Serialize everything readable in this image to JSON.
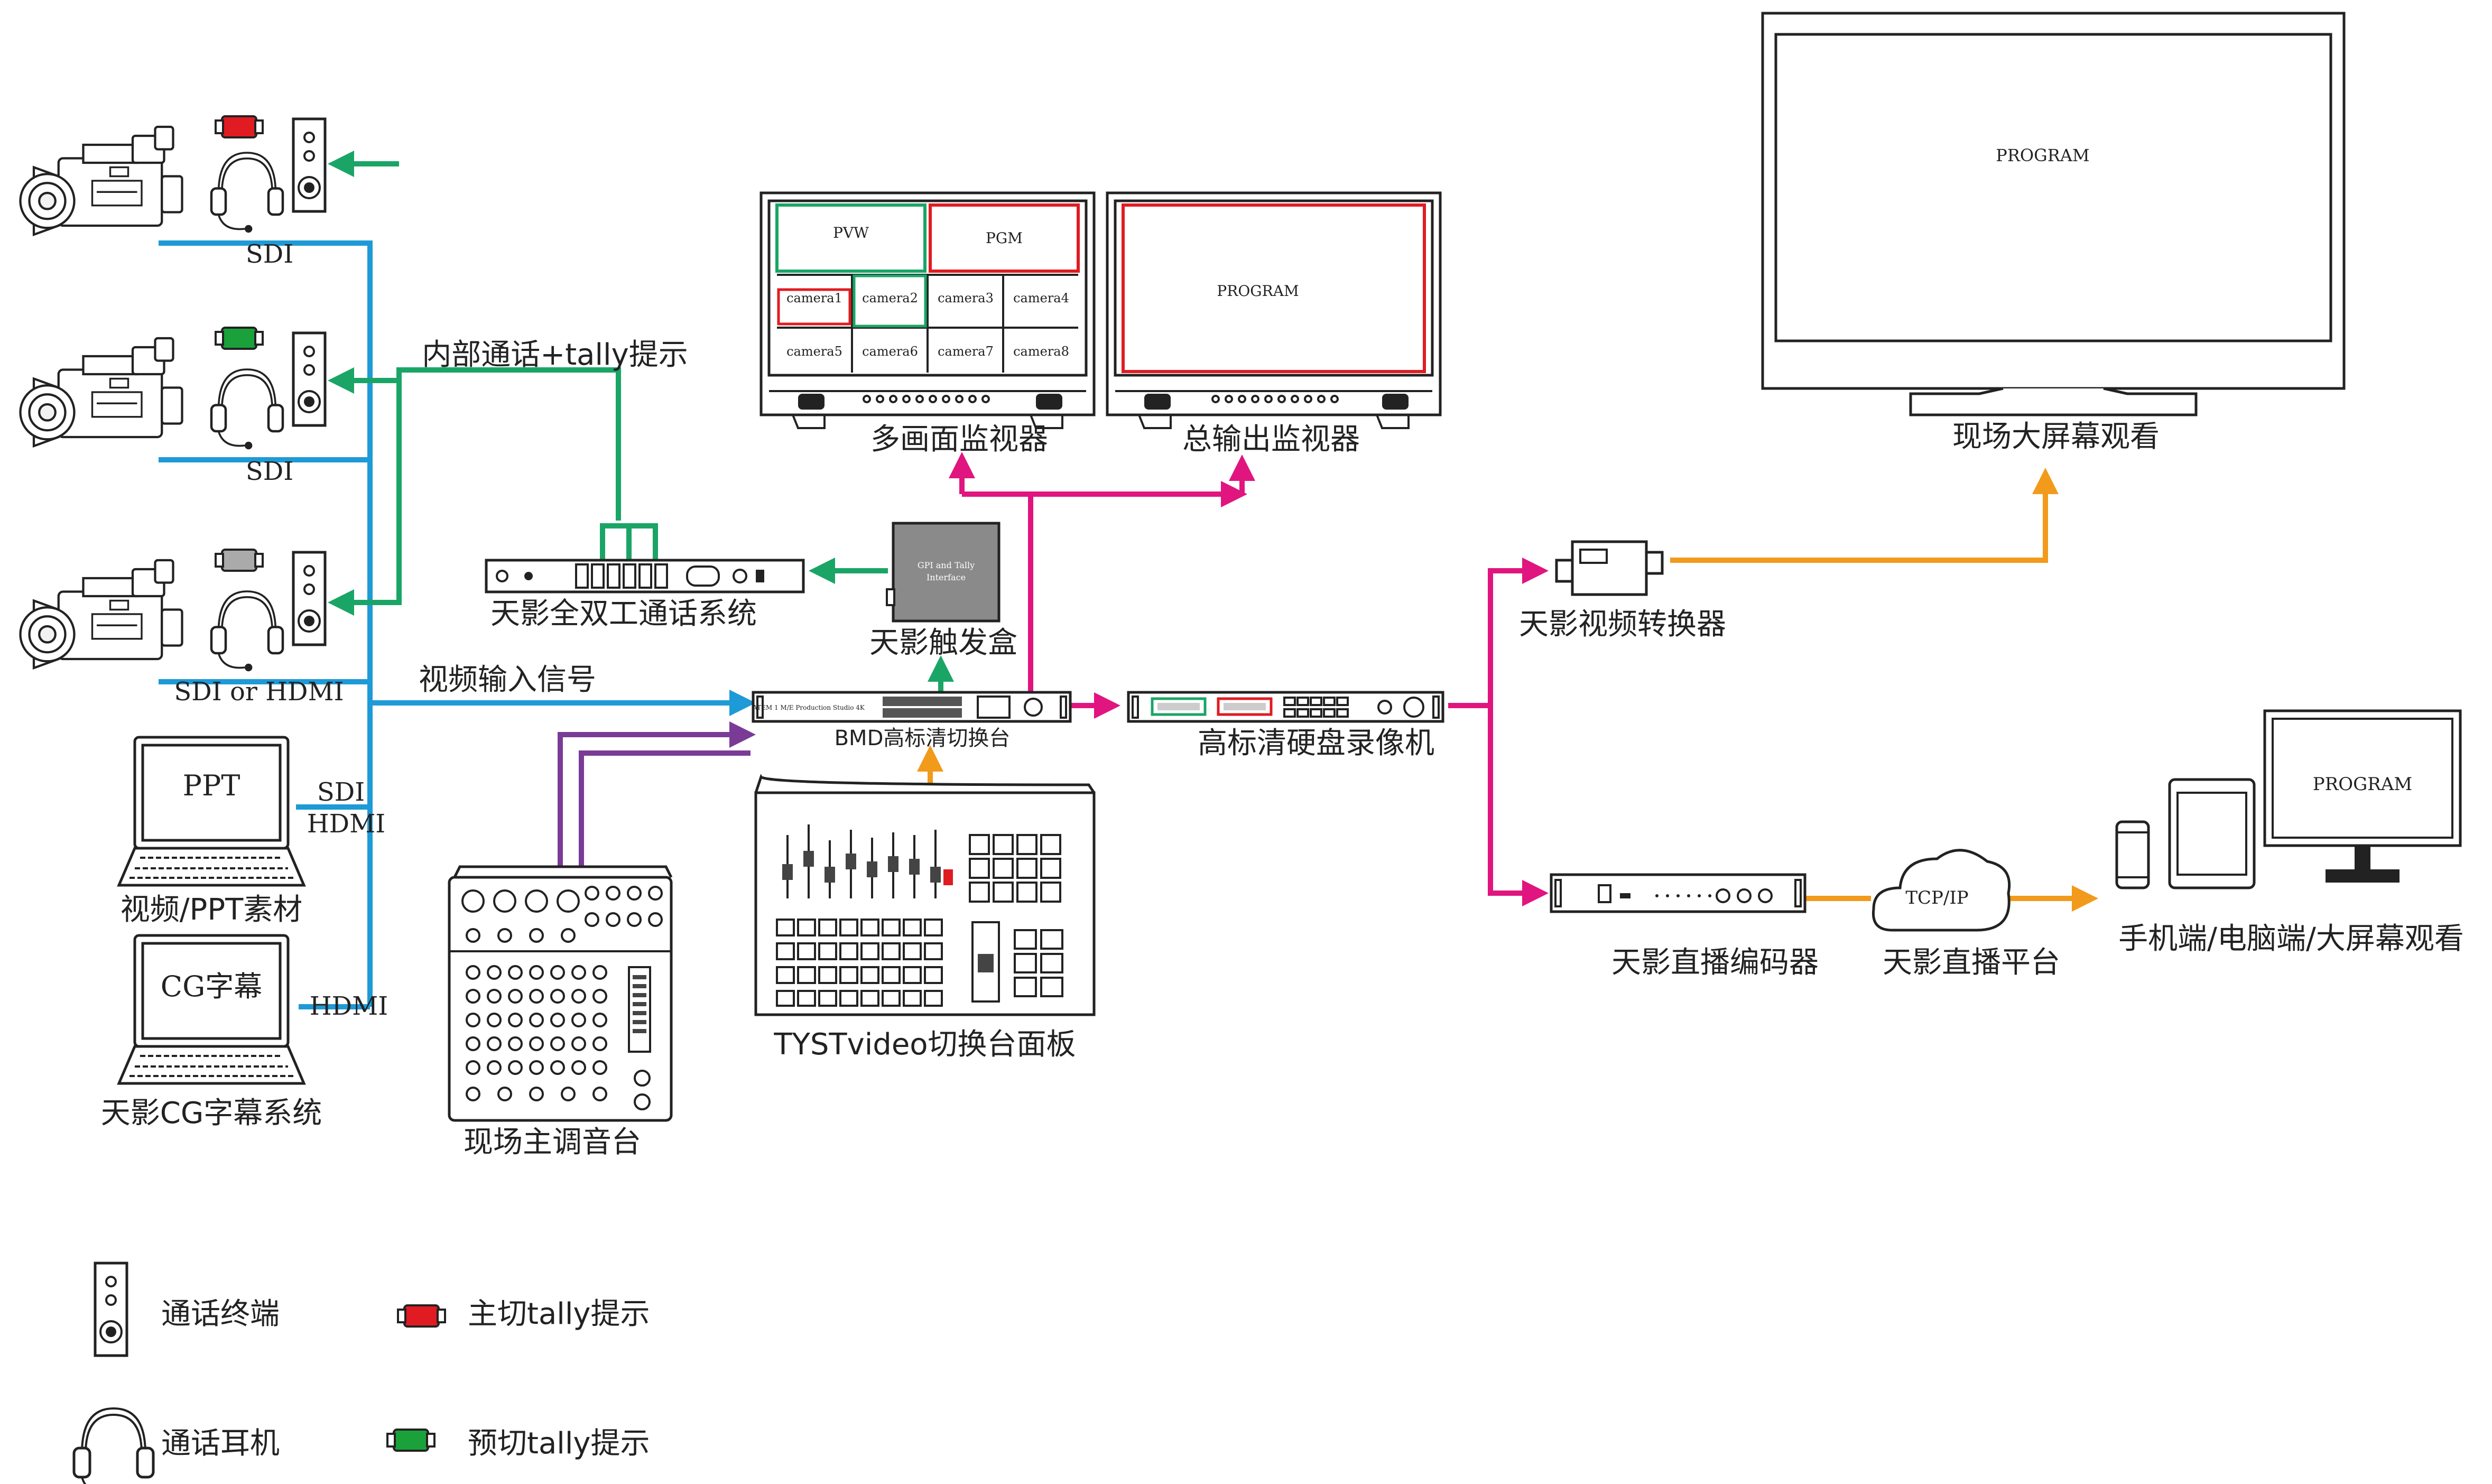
{
  "colors": {
    "sdi": "#1e9ad6",
    "intercom": "#1aa566",
    "program": "#e0157f",
    "stream": "#f29a1b",
    "audio": "#7a3b96",
    "tally_red": "#e11b22",
    "tally_green": "#1aa13a"
  },
  "cameras": {
    "cam1_label": "SDI",
    "cam2_label": "SDI",
    "cam3_label": "SDI or HDMI"
  },
  "laptops": {
    "ppt_screen": "PPT",
    "ppt_label": "视频/PPT素材",
    "ppt_conn1": "SDI",
    "ppt_conn2": "HDMI",
    "cg_screen": "CG字幕",
    "cg_label": "天影CG字幕系统",
    "cg_conn": "HDMI"
  },
  "signals": {
    "intercom_tally": "内部通话+tally提示",
    "video_input": "视频输入信号"
  },
  "devices": {
    "intercom_system": "天影全双工通话系统",
    "trigger_box": "天影触发盒",
    "trigger_box_face_line1": "GPI and Tally",
    "trigger_box_face_line2": "Interface",
    "switcher": "BMD高标清切换台",
    "switcher_face": "ATEM 1 M/E Production Studio 4K",
    "panel": "TYSTvideo切换台面板",
    "mixer": "现场主调音台",
    "recorder": "高标清硬盘录像机",
    "converter": "天影视频转换器",
    "encoder": "天影直播编码器",
    "platform": "天影直播平台",
    "cloud_text": "TCP/IP",
    "viewers": "手机端/电脑端/大屏幕观看"
  },
  "monitors": {
    "multiview_label": "多画面监视器",
    "program_label": "总输出监视器",
    "bigscreen_label": "现场大屏幕观看",
    "pvw": "PVW",
    "pgm": "PGM",
    "cams": [
      "camera1",
      "camera2",
      "camera3",
      "camera4",
      "camera5",
      "camera6",
      "camera7",
      "camera8"
    ],
    "program_text": "PROGRAM",
    "bigscreen_text": "PROGRAM",
    "desktop_text": "PROGRAM"
  },
  "legend": {
    "terminal": "通话终端",
    "headset": "通话耳机",
    "main_tally": "主切tally提示",
    "preview_tally": "预切tally提示"
  }
}
